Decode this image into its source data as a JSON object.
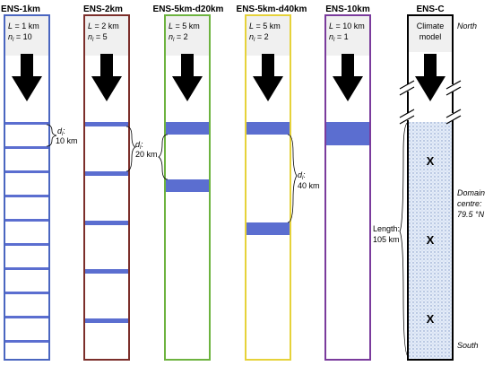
{
  "panels": [
    {
      "title": "ENS-1km",
      "param_L": "L",
      "val_L": " = 1 km",
      "param_n": "n",
      "sub_n": "l",
      "val_n": " = 10",
      "border_color": "#4a66c0"
    },
    {
      "title": "ENS-2km",
      "param_L": "L",
      "val_L": " = 2 km",
      "param_n": "n",
      "sub_n": "l",
      "val_n": " = 5",
      "border_color": "#7b2e2a"
    },
    {
      "title": "ENS-5km-d20km",
      "param_L": "L",
      "val_L": " = 5 km",
      "param_n": "n",
      "sub_n": "l",
      "val_n": " = 2",
      "border_color": "#6db33f"
    },
    {
      "title": "ENS-5km-d40km",
      "param_L": "L",
      "val_L": " = 5 km",
      "param_n": "n",
      "sub_n": "l",
      "val_n": " = 2",
      "border_color": "#e6d23a"
    },
    {
      "title": "ENS-10km",
      "param_L": "L",
      "val_L": " = 10 km",
      "param_n": "n",
      "sub_n": "l",
      "val_n": " = 1",
      "border_color": "#7a3b9c"
    },
    {
      "title": "ENS-C",
      "model_line1": "Climate",
      "model_line2": "model",
      "border_color": "#000000"
    }
  ],
  "spacings": [
    {
      "symbol": "d",
      "sub": "l",
      "value": "10 km"
    },
    {
      "symbol": "d",
      "sub": "l",
      "value": "20 km"
    },
    {
      "symbol": "d",
      "sub": "l",
      "value": "40 km"
    }
  ],
  "annotations": {
    "north": "North",
    "south": "South",
    "domain_centre_1": "Domain",
    "domain_centre_2": "centre:",
    "domain_centre_3": "79.5 °N",
    "length_label": "Length:",
    "length_value": "105 km",
    "x_marker": "X"
  },
  "colors": {
    "band": "#5b6ed0",
    "band_outline": "#4a5cc0",
    "domain_fill": "#dbe6f5",
    "arrow": "#000000"
  }
}
